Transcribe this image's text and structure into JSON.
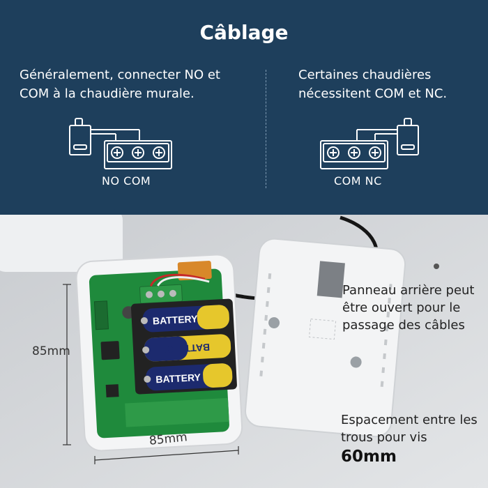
{
  "header": {
    "title": "Câblage",
    "left_text": "Généralement, connecter NO et COM à la chaudière murale.",
    "right_text": "Certaines chaudières nécessitent COM et NC.",
    "left_terminals": "NO COM",
    "right_terminals": "COM NC"
  },
  "photo": {
    "battery_label": "BATTERY",
    "panel_text": "Panneau arrière peut être ouvert pour le passage des câbles",
    "spacing_text": "Espacement entre les trous pour vis",
    "spacing_value": "60mm",
    "height_dim": "85mm",
    "width_dim": "85mm"
  },
  "colors": {
    "banner": "#1e3f5c",
    "pcb": "#1f8a3c",
    "battery": "#1c2a6e",
    "battery_band": "#e6c72c"
  }
}
